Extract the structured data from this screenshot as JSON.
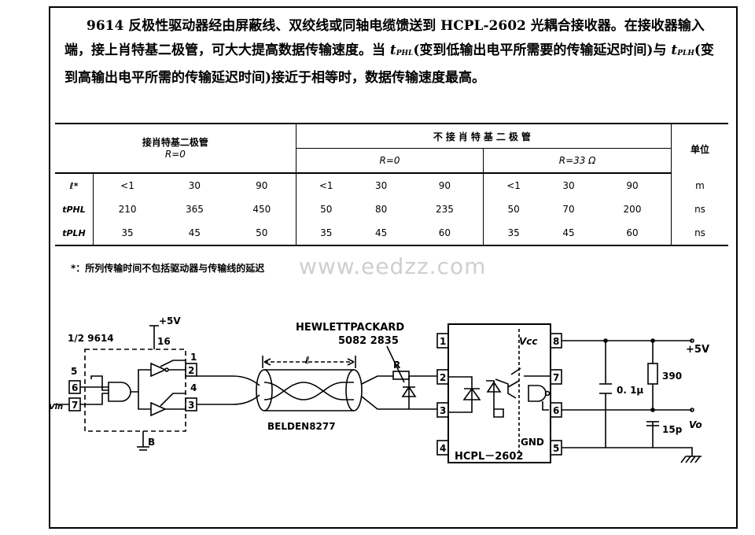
{
  "paragraph": {
    "part1": "9614 反极性驱动器经由屏蔽线、双绞线或同轴电缆馈送到 HCPL-2602 光耦合接收器。在接收器输入端，接上肖特基二极管，可大大提高数据传输速度。当 ",
    "tphl_t": "t",
    "tphl_sub": "PHL",
    "part2": "(变到低输出电平所需要的传输延迟时间)与 ",
    "tplh_t": "t",
    "tplh_sub": "PLH",
    "part3": "(变到高输出电平所需的传输延迟时间)接近于相等时，数据传输速度最高。"
  },
  "table": {
    "group1_title": "接肖特基二极管",
    "group1_sub": "R=0",
    "group2_title": "不接肖特基二极管",
    "group2_sub_a": "R=0",
    "group2_sub_b": "R=33 Ω",
    "unit_header": "单位",
    "rows": [
      {
        "label": "ℓ*",
        "values": [
          "<1",
          "30",
          "90",
          "<1",
          "30",
          "90",
          "<1",
          "30",
          "90"
        ],
        "unit": "m"
      },
      {
        "label": "tPHL",
        "values": [
          "210",
          "365",
          "450",
          "50",
          "80",
          "235",
          "50",
          "70",
          "200"
        ],
        "unit": "ns"
      },
      {
        "label": "tPLH",
        "values": [
          "35",
          "45",
          "50",
          "35",
          "45",
          "60",
          "35",
          "45",
          "60"
        ],
        "unit": "ns"
      }
    ]
  },
  "note": "*：所列传输时间不包括驱动器与传输线的延迟",
  "watermark": "www.eedzz.com",
  "circuit": {
    "driver_label": "1/2  9614",
    "plus5v_top": "+5V",
    "pin16": "16",
    "pin1": "1",
    "pin2": "2",
    "pin3": "3",
    "pin4": "4",
    "pin5": "5",
    "pin6": "6",
    "pin7": "7",
    "vin": "Vin",
    "ground_b": "B",
    "length_l": "ℓ",
    "cable": "BELDEN8277",
    "hp_label1": "HEWLETTPACKARD",
    "hp_label2": "5082  2835",
    "resistor_r": "R",
    "ic_name": "HCPL－2602",
    "ic_vcc": "Vcc",
    "ic_gnd": "GND",
    "ic_pin1": "1",
    "ic_pin2": "2",
    "ic_pin3": "3",
    "ic_pin4": "4",
    "ic_pin5": "5",
    "ic_pin6": "6",
    "ic_pin7": "7",
    "ic_pin8": "8",
    "cap": "0. 1μ",
    "res390": "390",
    "cap15p": "15p",
    "plus5v_right": "+5V",
    "vo": "Vo"
  }
}
